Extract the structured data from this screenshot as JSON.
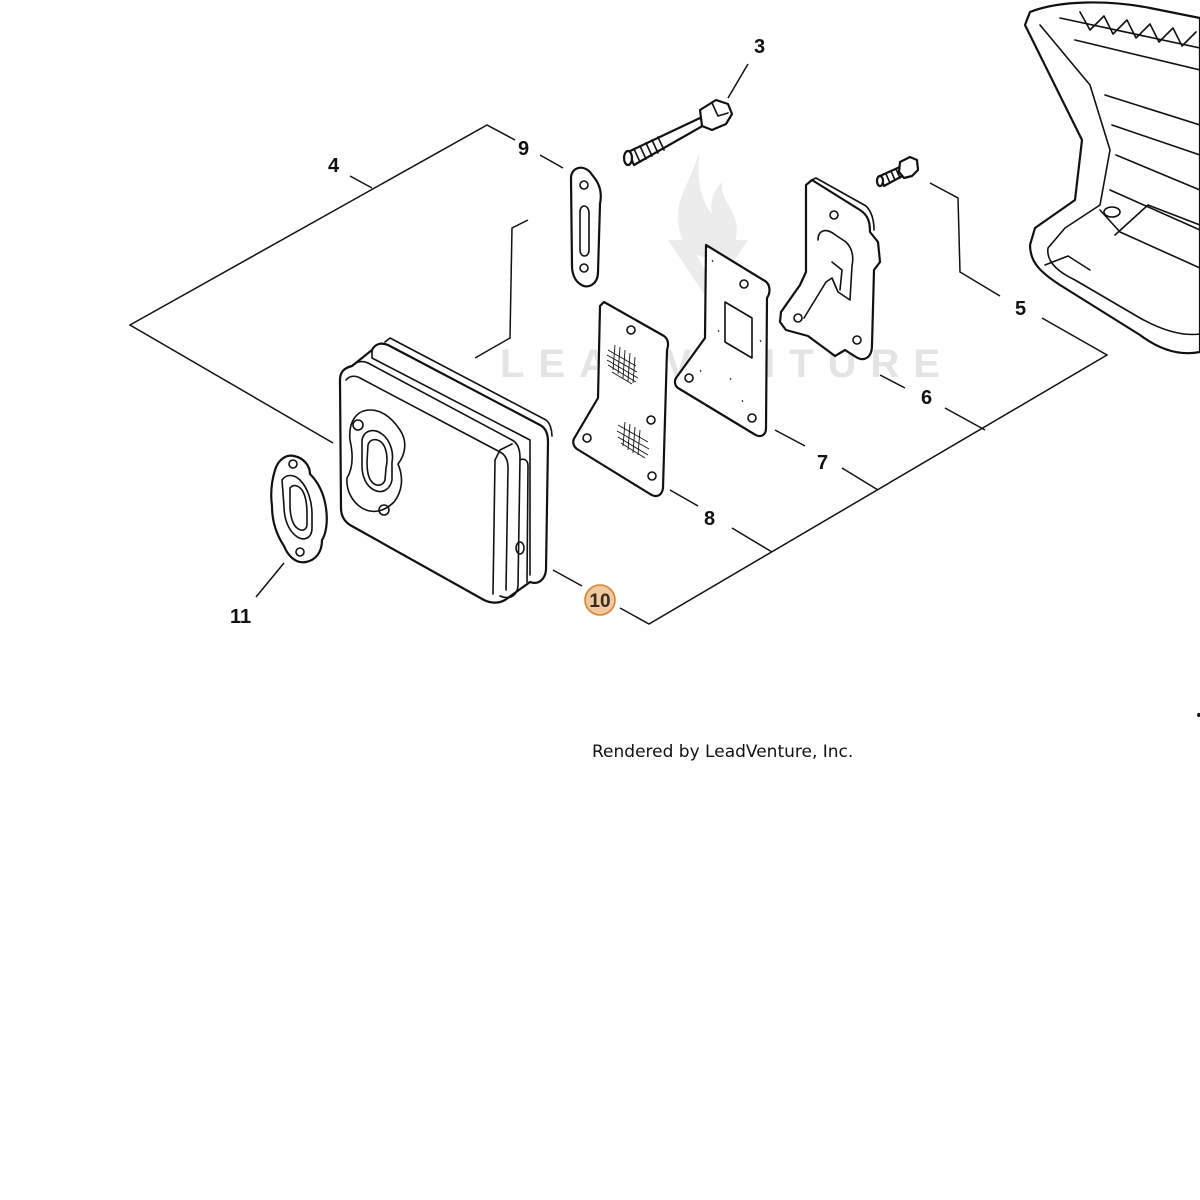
{
  "callouts": {
    "c3": "3",
    "c4": "4",
    "c5": "5",
    "c6": "6",
    "c7": "7",
    "c8": "8",
    "c9": "9",
    "c10": "10",
    "c11": "11"
  },
  "highlighted_callout": "10",
  "highlight_color": "#f0c9a0",
  "highlight_border": "#d9822b",
  "watermark": {
    "logo": "leadventure-flame-logo",
    "text": "LEADVENTURE"
  },
  "credit": "Rendered by LeadVenture, Inc."
}
